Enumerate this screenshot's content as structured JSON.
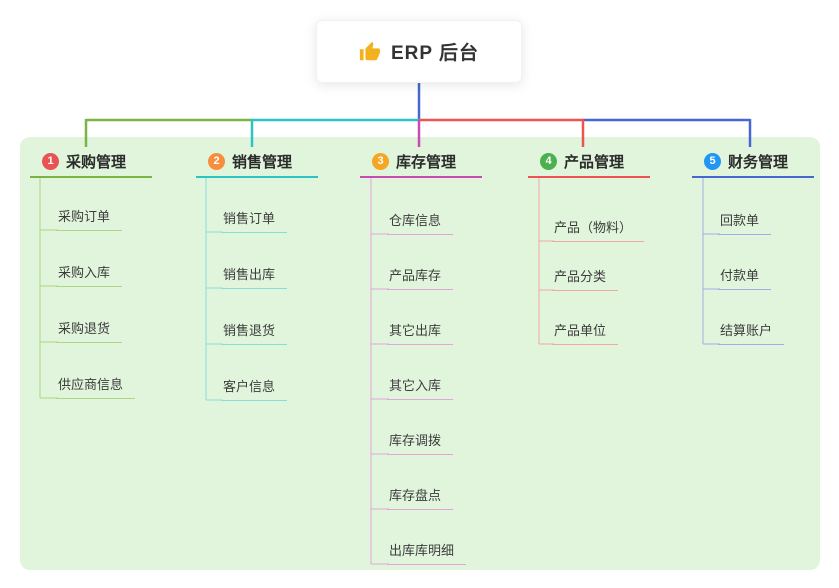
{
  "root": {
    "label": "ERP 后台",
    "icon": "thumbs-up-icon",
    "icon_color": "#F2B11D"
  },
  "palette": {
    "panel_bg": "#E1F5DC",
    "stem_color": "#4666D1"
  },
  "branches": [
    {
      "badge": "1",
      "label": "采购管理",
      "color": "#7CB342",
      "light_color": "#AED581",
      "badge_color": "#E85353",
      "children": [
        "采购订单",
        "采购入库",
        "采购退货",
        "供应商信息"
      ]
    },
    {
      "badge": "2",
      "label": "销售管理",
      "color": "#2BC4C4",
      "light_color": "#86DDDD",
      "badge_color": "#F78E3D",
      "children": [
        "销售订单",
        "销售出库",
        "销售退货",
        "客户信息"
      ]
    },
    {
      "badge": "3",
      "label": "库存管理",
      "color": "#C84BB4",
      "light_color": "#E2A6D8",
      "badge_color": "#F5A623",
      "children": [
        "仓库信息",
        "产品库存",
        "其它出库",
        "其它入库",
        "库存调拨",
        "库存盘点",
        "出库库明细"
      ]
    },
    {
      "badge": "4",
      "label": "产品管理",
      "color": "#EF5350",
      "light_color": "#F4A6A4",
      "badge_color": "#4CAF50",
      "children": [
        "产品（物料）",
        "产品分类",
        "产品单位"
      ]
    },
    {
      "badge": "5",
      "label": "财务管理",
      "color": "#4666D1",
      "light_color": "#9FAEE6",
      "badge_color": "#2196F3",
      "children": [
        "回款单",
        "付款单",
        "结算账户"
      ]
    }
  ]
}
